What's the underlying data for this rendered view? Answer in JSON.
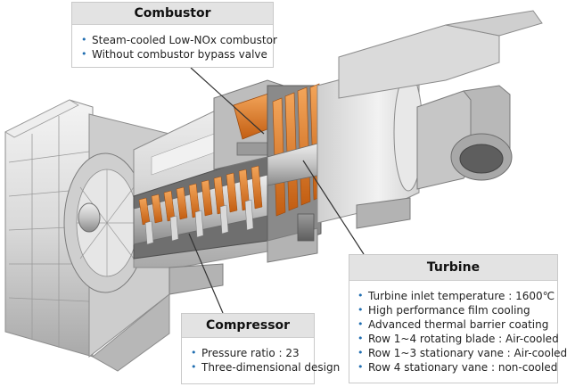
{
  "callouts": {
    "combustor": {
      "title": "Combustor",
      "items": [
        "Steam-cooled Low-NOx combustor",
        "Without combustor bypass valve"
      ]
    },
    "turbine": {
      "title": "Turbine",
      "items": [
        "Turbine inlet temperature : 1600℃",
        "High performance film cooling",
        "Advanced thermal barrier coating",
        "Row 1~4 rotating blade : Air-cooled",
        "Row 1~3 stationary vane : Air-cooled",
        "Row 4 stationary vane : non-cooled"
      ]
    },
    "compressor": {
      "title": "Compressor",
      "items": [
        "Pressure ratio : 23",
        "Three-dimensional design"
      ]
    }
  },
  "colors": {
    "bullet": "#1f6db0",
    "header_bg": "#e3e3e3",
    "blade_orange": "#e07a1f",
    "casing_gray": "#d8d8d8"
  }
}
